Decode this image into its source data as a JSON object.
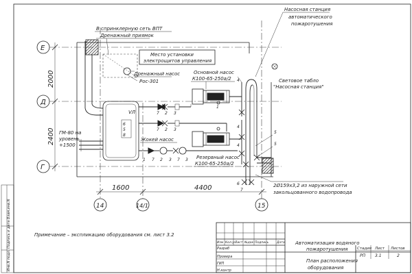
{
  "labels": {
    "sprinkler_net": "В спринклерную сеть ВПТ",
    "drain_pit": "Дренажный приямок",
    "control_cabinets_line1": "Место установки",
    "control_cabinets_line2": "электрощитов управления",
    "drain_pump": "Дренажный насос",
    "drain_pump_model": "Рос-301",
    "station_line1": "Насосная станция",
    "station_line2": "автоматического",
    "station_line3": "пожаротушения",
    "light_board_line1": "Световое табло",
    "light_board_line2": "\"Насосная станция\"",
    "main_pump_line1": "Основной насос",
    "main_pump_line2": "К100-65-250а/2",
    "reserve_pump_line1": "Резервный насос",
    "reserve_pump_line2": "К100-65-250а/2",
    "jockey_pump": "Жокей насос",
    "tank_mark": "VЛ",
    "level_line1": "ГМ-80 на",
    "level_line2": "уровень",
    "level_line3": "+1500",
    "outer_net_line1": "2Ø159х3,2 из наружной сети",
    "outer_net_line2": "закольцованного водопровода",
    "note": "Примечание – экспликацию оборудования см. лист 3.2"
  },
  "grid_axes": {
    "rows": [
      "Е",
      "Д",
      "Г"
    ],
    "cols": [
      "14",
      "14/1",
      "15"
    ]
  },
  "dimensions": {
    "upper": "2000",
    "middle": "2400",
    "left_span": "1600",
    "right_span": "4400"
  },
  "callouts": {
    "n1": "1",
    "n2": "2",
    "n3": "3",
    "n4": "4",
    "n5": "5",
    "n6": "6",
    "n7": "7",
    "n8": "8",
    "n1b": "1",
    "n2b": "2",
    "n3b": "3",
    "n4b": "4",
    "n5b": "5",
    "n6b": "6",
    "n7b": "7",
    "n7c": "7",
    "n7d": "7"
  },
  "title_block": {
    "col_headers": [
      "Изм",
      "Кол.уч",
      "Лист",
      "№док",
      "Подпись",
      "Дата"
    ],
    "row_labels": [
      "Разраб",
      "Провера",
      "ГИП",
      "Н.контр"
    ],
    "project_title_line1": "Автоматизация водяного",
    "project_title_line2": "пожаротушения",
    "sheet_title_line1": "План расположения",
    "sheet_title_line2": "оборудования",
    "stage_header": "Стадия",
    "sheet_header": "Лист",
    "sheets_header": "Листов",
    "stage_value": "РП",
    "sheet_value": "3.1",
    "sheets_value": "2"
  },
  "margin_stamp": {
    "line1": "Инв.N подл. Подпись и дата Взам.инв.N"
  }
}
